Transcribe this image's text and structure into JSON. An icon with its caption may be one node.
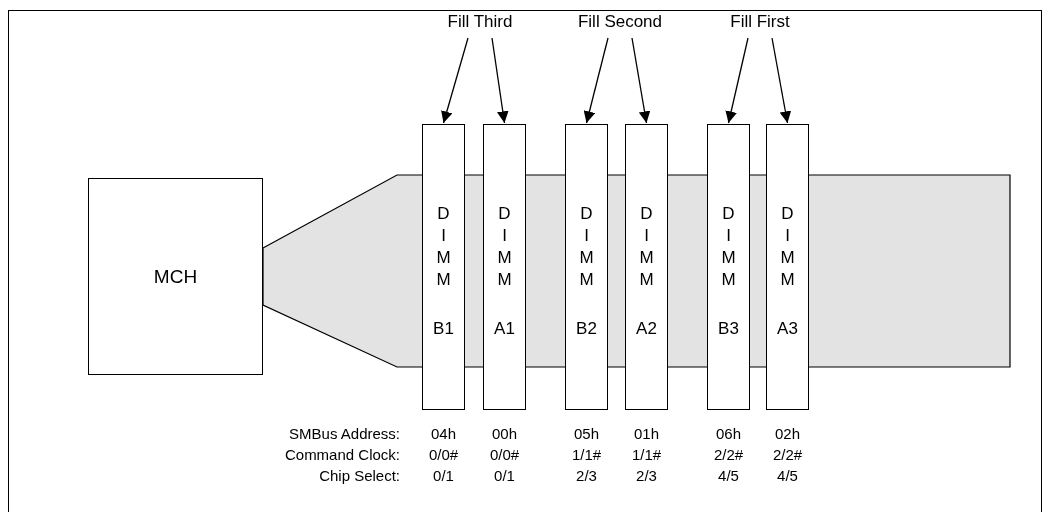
{
  "diagram": {
    "nodes": [
      {
        "text": [
          "Fill Third"
        ]
      },
      {
        "text": [
          "Fill Second"
        ]
      },
      {
        "text": [
          "Fill First"
        ]
      },
      {
        "text": [
          "MCH"
        ]
      },
      {
        "text": [
          "D I M M",
          "B1"
        ]
      },
      {
        "text": [
          "D I M M",
          "A1"
        ]
      },
      {
        "text": [
          "D I M M",
          "B2"
        ]
      },
      {
        "text": [
          "D I M M",
          "A2"
        ]
      },
      {
        "text": [
          "D I M M",
          "B3"
        ]
      },
      {
        "text": [
          "D I M M",
          "A3"
        ]
      }
    ],
    "edges": [
      {
        "from": 0,
        "to": 4,
        "arrow": "to"
      },
      {
        "from": 0,
        "to": 5,
        "arrow": "to"
      },
      {
        "from": 1,
        "to": 6,
        "arrow": "to"
      },
      {
        "from": 1,
        "to": 7,
        "arrow": "to"
      },
      {
        "from": 2,
        "to": 8,
        "arrow": "to"
      },
      {
        "from": 2,
        "to": 9,
        "arrow": "to"
      }
    ],
    "labels": [
      "SMBus Address:",
      "04h",
      "00h",
      "05h",
      "01h",
      "06h",
      "02h",
      "Command Clock:",
      "0/0#",
      "0/0#",
      "1/1#",
      "1/1#",
      "2/2#",
      "2/2#",
      "Chip Select:",
      "0/1",
      "0/1",
      "2/3",
      "2/3",
      "4/5",
      "4/5"
    ]
  }
}
